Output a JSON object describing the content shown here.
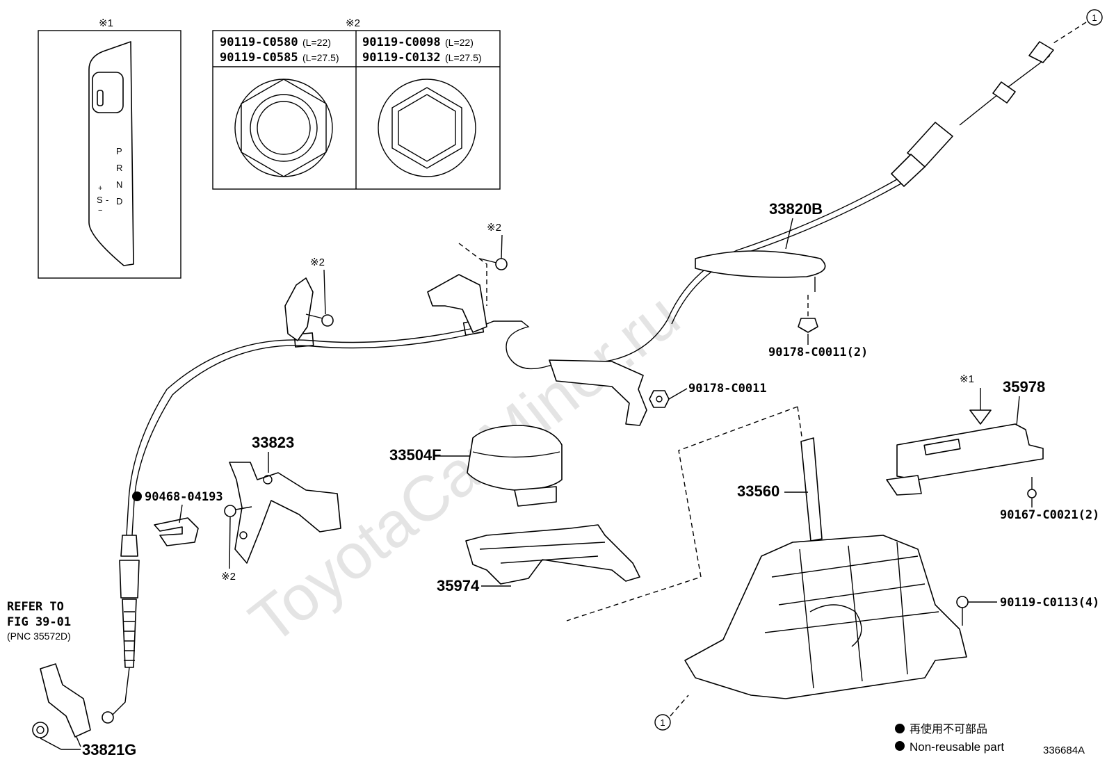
{
  "watermark": "ToyotaCarMiner.ru",
  "figure_code": "336684A",
  "inset1": {
    "mark": "※1",
    "gear_letters": [
      "P",
      "R",
      "N",
      "D"
    ],
    "sport_mark": "S",
    "plus_mark": "+",
    "minus_mark": "−"
  },
  "inset2": {
    "mark": "※2",
    "left_col": [
      {
        "part": "90119-C0580",
        "length": "(L=22)"
      },
      {
        "part": "90119-C0585",
        "length": "(L=27.5)"
      }
    ],
    "right_col": [
      {
        "part": "90119-C0098",
        "length": "(L=22)"
      },
      {
        "part": "90119-C0132",
        "length": "(L=27.5)"
      }
    ]
  },
  "refs": {
    "note1": "※1",
    "note2": "※2",
    "circle1": "1"
  },
  "parts": {
    "p33820B": "33820B",
    "p90178_C0011_2": "90178-C0011(2)",
    "p90178_C0011": "90178-C0011",
    "p35978": "35978",
    "p33823": "33823",
    "p33504F": "33504F",
    "p90468_04193": "90468-04193",
    "p33560": "33560",
    "p90167_C0021_2": "90167-C0021(2)",
    "p35974": "35974",
    "p90119_C0113_4": "90119-C0113(4)",
    "p33821G": "33821G"
  },
  "refer": {
    "line1": "REFER TO",
    "line2": "FIG 39-01",
    "line3": "(PNC 35572D)"
  },
  "legend": {
    "japanese": "再使用不可部品",
    "english": "Non-reusable part"
  }
}
